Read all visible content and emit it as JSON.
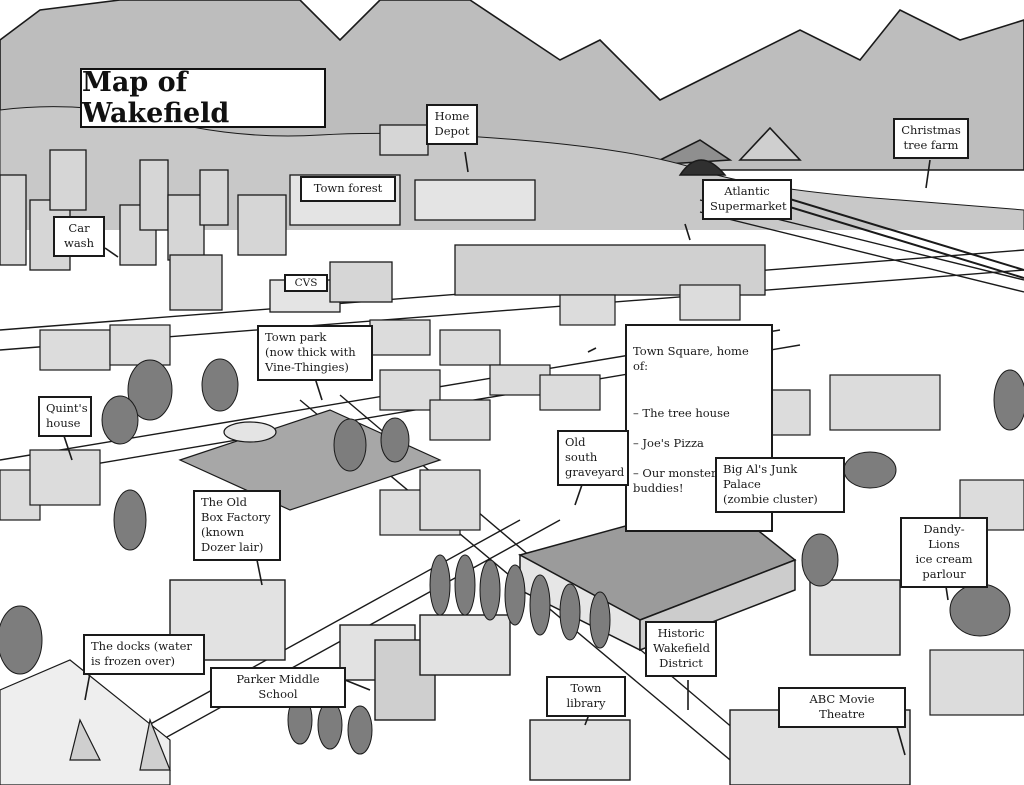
{
  "map": {
    "title": "Map of Wakefield",
    "labels": {
      "home_depot": "Home\nDepot",
      "christmas_tree_farm": "Christmas\ntree farm",
      "town_forest": "Town forest",
      "car_wash": "Car\nwash",
      "atlantic_supermarket": "Atlantic\nSupermarket",
      "cvs_sign": "CVS",
      "town_park": "Town park\n(now thick with\nVine-Thingies)",
      "town_square_heading": "Town Square, home of:",
      "town_square_items": [
        "The tree house",
        "Joe's Pizza",
        "Our monster buddies!"
      ],
      "quints_house": "Quint's\nhouse",
      "old_south_graveyard": "Old south\ngraveyard",
      "big_als": "Big Al's Junk Palace\n(zombie cluster)",
      "old_box_factory": "The Old\nBox Factory\n(known\nDozer lair)",
      "dandy_lions": "Dandy-Lions\nice cream\nparlour",
      "the_docks": "The docks (water\nis frozen over)",
      "parker_middle_school": "Parker Middle School",
      "historic_district": "Historic\nWakefield\nDistrict",
      "town_library": "Town library",
      "abc_movie_theatre": "ABC Movie Theatre"
    }
  },
  "colors": {
    "ink": "#1a1a1a",
    "shade": "#b8b8b8",
    "dark_shade": "#8f8f8f",
    "paper": "#ffffff"
  }
}
